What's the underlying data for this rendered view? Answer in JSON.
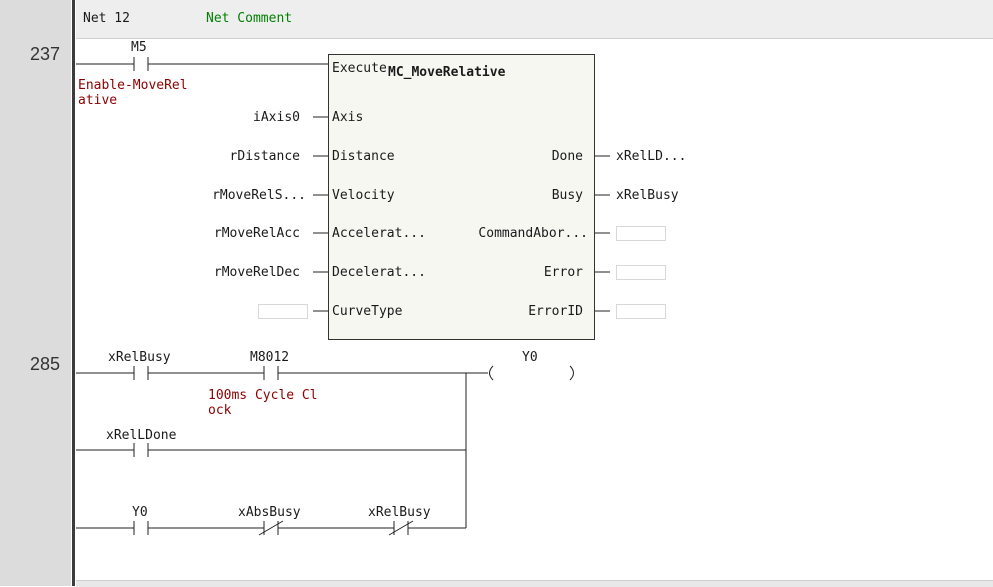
{
  "net": {
    "label": "Net 12",
    "comment": "Net Comment"
  },
  "rungs": [
    {
      "number": "237"
    },
    {
      "number": "285"
    }
  ],
  "rung1": {
    "contact": "M5",
    "contact_comment": "Enable-MoveRel\native",
    "fb_name": "MC_MoveRelative",
    "execute_label": "Execute",
    "inputs": [
      {
        "pin": "Axis",
        "var": "iAxis0"
      },
      {
        "pin": "Distance",
        "var": "rDistance"
      },
      {
        "pin": "Velocity",
        "var": "rMoveRelS..."
      },
      {
        "pin": "Accelerat...",
        "var": "rMoveRelAcc"
      },
      {
        "pin": "Decelerat...",
        "var": "rMoveRelDec"
      },
      {
        "pin": "CurveType",
        "var": ""
      }
    ],
    "outputs": [
      {
        "pin": "Done",
        "var": "xRelLD..."
      },
      {
        "pin": "Busy",
        "var": "xRelBusy"
      },
      {
        "pin": "CommandAbor...",
        "var": ""
      },
      {
        "pin": "Error",
        "var": ""
      },
      {
        "pin": "ErrorID",
        "var": ""
      }
    ]
  },
  "rung2": {
    "contact_a": "xRelBusy",
    "contact_b": "M8012",
    "contact_b_comment": "100ms Cycle Cl\nock",
    "coil": "Y0",
    "branch1_contact": "xRelLDone",
    "branch2_contacts": [
      "Y0",
      "xAbsBusy",
      "xRelBusy"
    ]
  },
  "colors": {
    "comment": "#8b0000",
    "net_comment": "#008000",
    "gutter": "#dcdcdc",
    "fb_fill": "#f7f7f2"
  }
}
